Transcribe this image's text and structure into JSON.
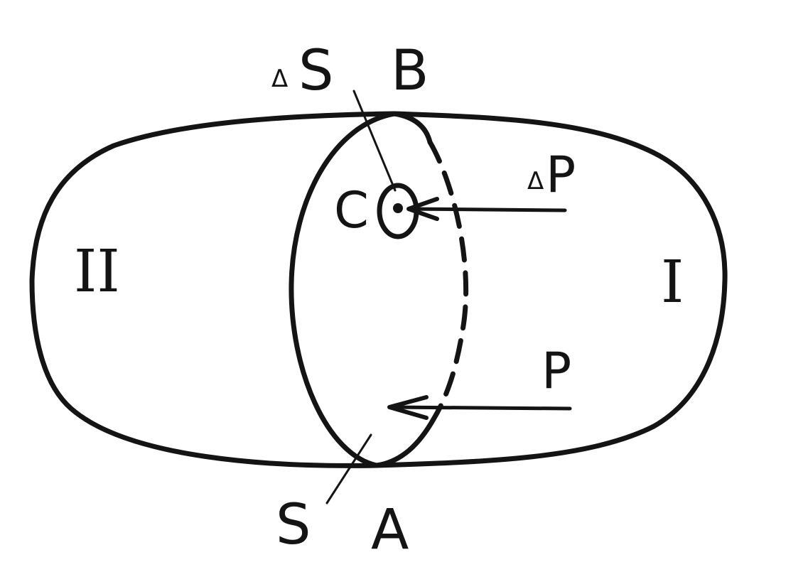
{
  "diagram": {
    "labels": {
      "delta_s_prefix": "Δ",
      "delta_s_letter": "S",
      "b": "B",
      "c": "C",
      "delta_p_prefix": "Δ",
      "delta_p_letter": "P",
      "region_two": "II",
      "region_one": "I",
      "p": "P",
      "s": "S",
      "a": "A"
    },
    "colors": {
      "ink": "#141414",
      "background": "#ffffff"
    }
  }
}
